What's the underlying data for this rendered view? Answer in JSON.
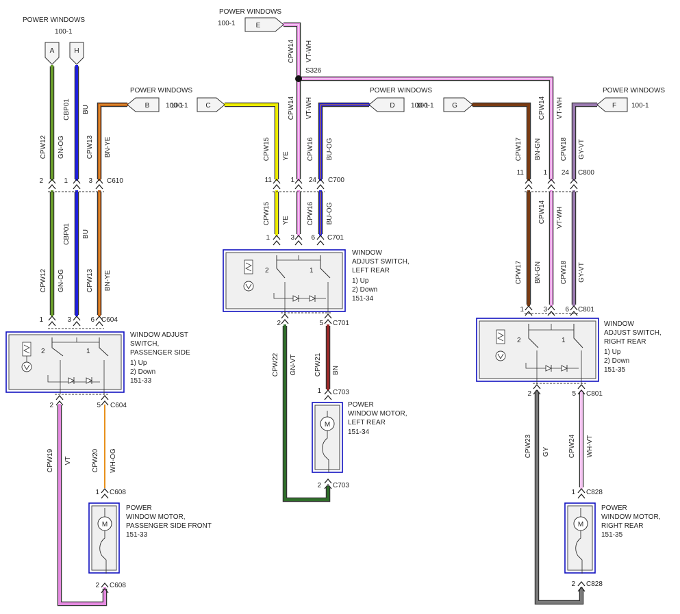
{
  "ref_power_windows": "POWER WINDOWS",
  "ref_page": "100-1",
  "flags": {
    "A": "A",
    "H": "H",
    "B": "B",
    "C": "C",
    "D": "D",
    "E": "E",
    "F": "F",
    "G": "G"
  },
  "splice": "S326",
  "connectors": {
    "C610": "C610",
    "C604": "C604",
    "C700": "C700",
    "C701": "C701",
    "C703": "C703",
    "C800": "C800",
    "C801": "C801",
    "C608": "C608",
    "C828": "C828"
  },
  "circuits": {
    "CPW12": "CPW12",
    "CBP01": "CBP01",
    "CPW13": "CPW13",
    "CPW14": "CPW14",
    "CPW15": "CPW15",
    "CPW16": "CPW16",
    "CPW17": "CPW17",
    "CPW18": "CPW18",
    "CPW19": "CPW19",
    "CPW20": "CPW20",
    "CPW21": "CPW21",
    "CPW22": "CPW22",
    "CPW23": "CPW23",
    "CPW24": "CPW24"
  },
  "wire_colors": {
    "GN-OG": "GN-OG",
    "BU": "BU",
    "BN-YE": "BN-YE",
    "VT-WH": "VT-WH",
    "YE": "YE",
    "BU-OG": "BU-OG",
    "BN-GN": "BN-GN",
    "GY-VT": "GY-VT",
    "VT": "VT",
    "WH-OG": "WH-OG",
    "BN": "BN",
    "GN-VT": "GN-VT",
    "GY": "GY",
    "WH-VT": "WH-VT"
  },
  "components": {
    "switch_passenger": {
      "lines": [
        "WINDOW ADJUST",
        "SWITCH,",
        "PASSENGER SIDE",
        "1) Up",
        "2) Down",
        "151-33"
      ]
    },
    "switch_left_rear": {
      "lines": [
        "WINDOW",
        "ADJUST SWITCH,",
        "LEFT REAR",
        "1) Up",
        "2) Down",
        "151-34"
      ]
    },
    "switch_right_rear": {
      "lines": [
        "WINDOW",
        "ADJUST SWITCH,",
        "RIGHT REAR",
        "1) Up",
        "2) Down",
        "151-35"
      ]
    },
    "motor_left_rear": {
      "lines": [
        "POWER",
        "WINDOW MOTOR,",
        "LEFT REAR",
        "151-34"
      ]
    },
    "motor_passenger_front": {
      "lines": [
        "POWER",
        "WINDOW MOTOR,",
        "PASSENGER SIDE FRONT",
        "151-33"
      ]
    },
    "motor_right_rear": {
      "lines": [
        "POWER",
        "WINDOW MOTOR,",
        "RIGHT REAR",
        "151-35"
      ]
    }
  },
  "motor_symbol": "M",
  "switch_position_1": "1",
  "switch_position_2": "2",
  "pins": {
    "p1": "1",
    "p2": "2",
    "p3": "3",
    "p5": "5",
    "p6": "6",
    "p11": "11",
    "p24": "24"
  },
  "colors": {
    "green_og": "#6aa02a",
    "blue": "#1e1ee0",
    "brown": "#7a3b12",
    "orange": "#e8901a",
    "violet": "#e58ae0",
    "yellow": "#ecec00",
    "gray": "#7a7a7a",
    "dark_green": "#2f6e2a",
    "maroon": "#9c2a2a",
    "violet_gray": "#9a7ab0",
    "blue_box": "#1010c0"
  }
}
